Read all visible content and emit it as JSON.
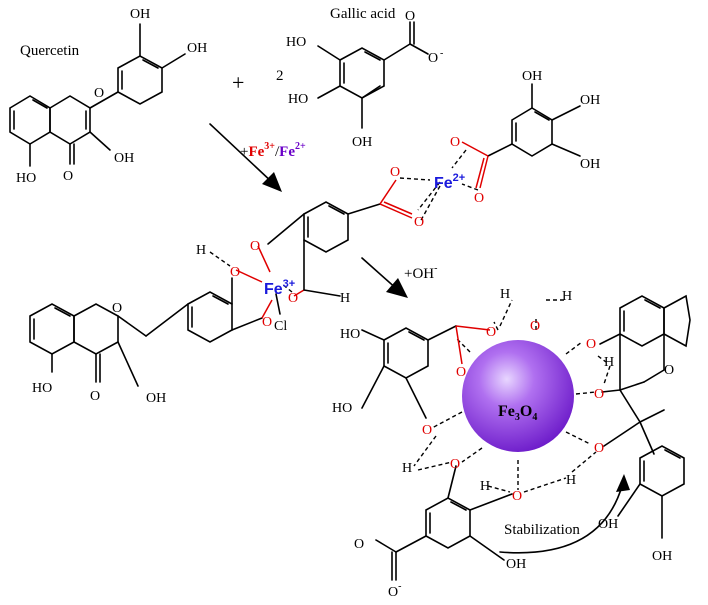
{
  "reactants": {
    "quercetin_label": "Quercetin",
    "gallic_acid_label": "Gallic acid",
    "plus_sign": "+",
    "coefficient": "2"
  },
  "conditions": {
    "iron_prefix": "+",
    "fe3": "Fe",
    "fe3_charge": "3+",
    "slash": "/",
    "fe2": "Fe",
    "fe2_charge": "2+",
    "hydroxide": "+OH",
    "hydroxide_charge": "-"
  },
  "complexes": {
    "fe3_center": "Fe",
    "fe3_center_charge": "3+",
    "fe2_center": "Fe",
    "fe2_center_charge": "2+",
    "chloride": "Cl"
  },
  "nanoparticle": {
    "label_main": "Fe",
    "label_sub1": "3",
    "label_o": "O",
    "label_sub2": "4",
    "color": "#8a2be2"
  },
  "annotations": {
    "stabilization": "Stabilization"
  },
  "atoms": {
    "oh": "OH",
    "ho": "HO",
    "o": "O",
    "h": "H",
    "carboxylate_minus": "O",
    "minus": "-"
  }
}
